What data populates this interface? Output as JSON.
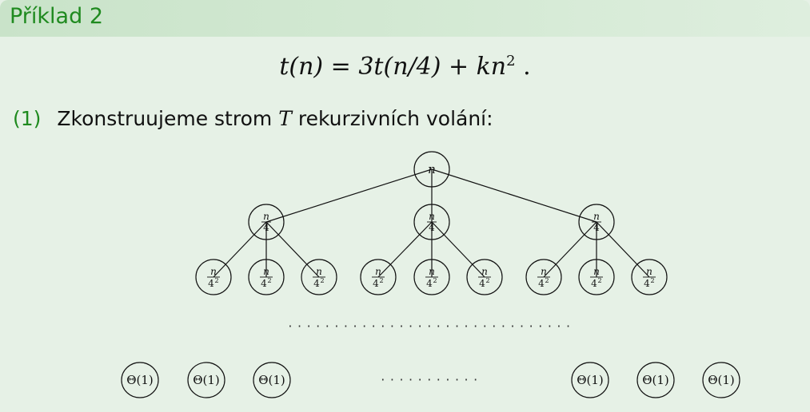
{
  "slide": {
    "title": "Příklad 2",
    "formula": {
      "lhs": "t(n)",
      "eq": "=",
      "rhs": "3t(n/4) + kn",
      "exp": "2",
      "end": "."
    },
    "step": {
      "number": "(1)",
      "text_before": "Zkonstruujeme strom",
      "var": "T",
      "text_after": "rekurzivních volání:"
    }
  },
  "tree": {
    "root": {
      "num": "n"
    },
    "level1": {
      "num": "n",
      "den": "4",
      "count": 3
    },
    "level2": {
      "num": "n",
      "den": "4",
      "den_exp": "2",
      "count": 9
    },
    "leaf_label": "Θ(1)",
    "leaf_count_left": 3,
    "leaf_count_right": 3,
    "middle_dots": "·······························",
    "leaf_dots": "···········"
  },
  "colors": {
    "background": "#e6f1e6",
    "title_bar": "#c9e3c9",
    "accent_green": "#1f8a1f",
    "text": "#111111"
  }
}
